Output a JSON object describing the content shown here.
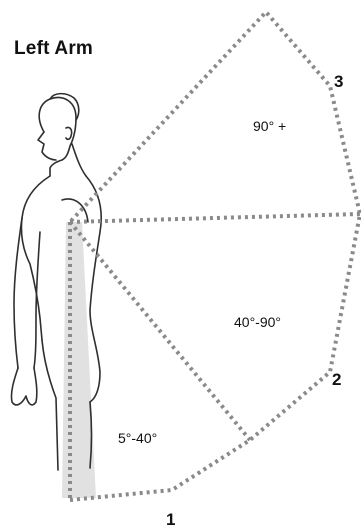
{
  "title": "Left Arm",
  "zones": [
    {
      "number": "1",
      "range": "5°-40°"
    },
    {
      "number": "2",
      "range": "40°-90°"
    },
    {
      "number": "3",
      "range": "90° +"
    }
  ],
  "colors": {
    "dotted_line": "#8a8a8a",
    "shaded_arm": "#d9d9d9",
    "text": "#111111"
  }
}
